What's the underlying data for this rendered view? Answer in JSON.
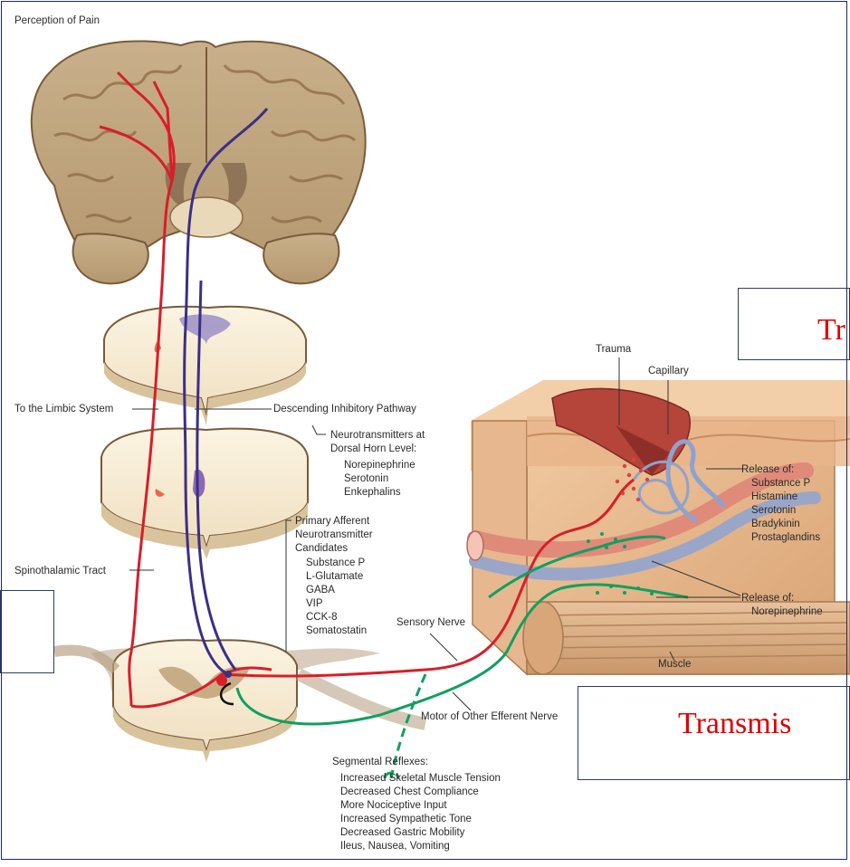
{
  "title": "Perception of Pain",
  "labels": {
    "limbic": "To the Limbic System",
    "descending": "Descending Inhibitory Pathway",
    "nt_header": [
      "Neurotransmitters at",
      "Dorsal Horn Level:"
    ],
    "nt_items": [
      "Norepinephrine",
      "Serotonin",
      "Enkephalins"
    ],
    "primary_header": [
      "Primary Afferent",
      "Neurotransmitter",
      "Candidates"
    ],
    "primary_items": [
      "Substance P",
      "L-Glutamate",
      "GABA",
      "VIP",
      "CCK-8",
      "Somatostatin"
    ],
    "spinothalamic": "Spinothalamic Tract",
    "sensory": "Sensory Nerve",
    "motor": "Motor of Other Efferent Nerve",
    "trauma": "Trauma",
    "capillary": "Capillary",
    "release1_header": "Release of:",
    "release1_items": [
      "Substance P",
      "Histamine",
      "Serotonin",
      "Bradykinin",
      "Prostaglandins"
    ],
    "release2_header": "Release of:",
    "release2_items": [
      "Norepinephrine"
    ],
    "muscle": "Muscle",
    "segmental_header": "Segmental Reflexes:",
    "segmental_items": [
      "Increased Skeletal Muscle Tension",
      "Decreased Chest Compliance",
      "More Nociceptive Input",
      "Increased Sympathetic Tone",
      "Decreased Gastric Mobility",
      "Ileus, Nausea, Vomiting"
    ]
  },
  "overlays": {
    "right_top_text": "Tr",
    "bottom_right_text": "Transmis"
  },
  "colors": {
    "ascending_pathway": "#d81e2a",
    "descending_pathway": "#3b2f86",
    "efferent_nerve": "#10a060",
    "overlay_text": "#e00000",
    "overlay_border": "#2c3c66"
  }
}
